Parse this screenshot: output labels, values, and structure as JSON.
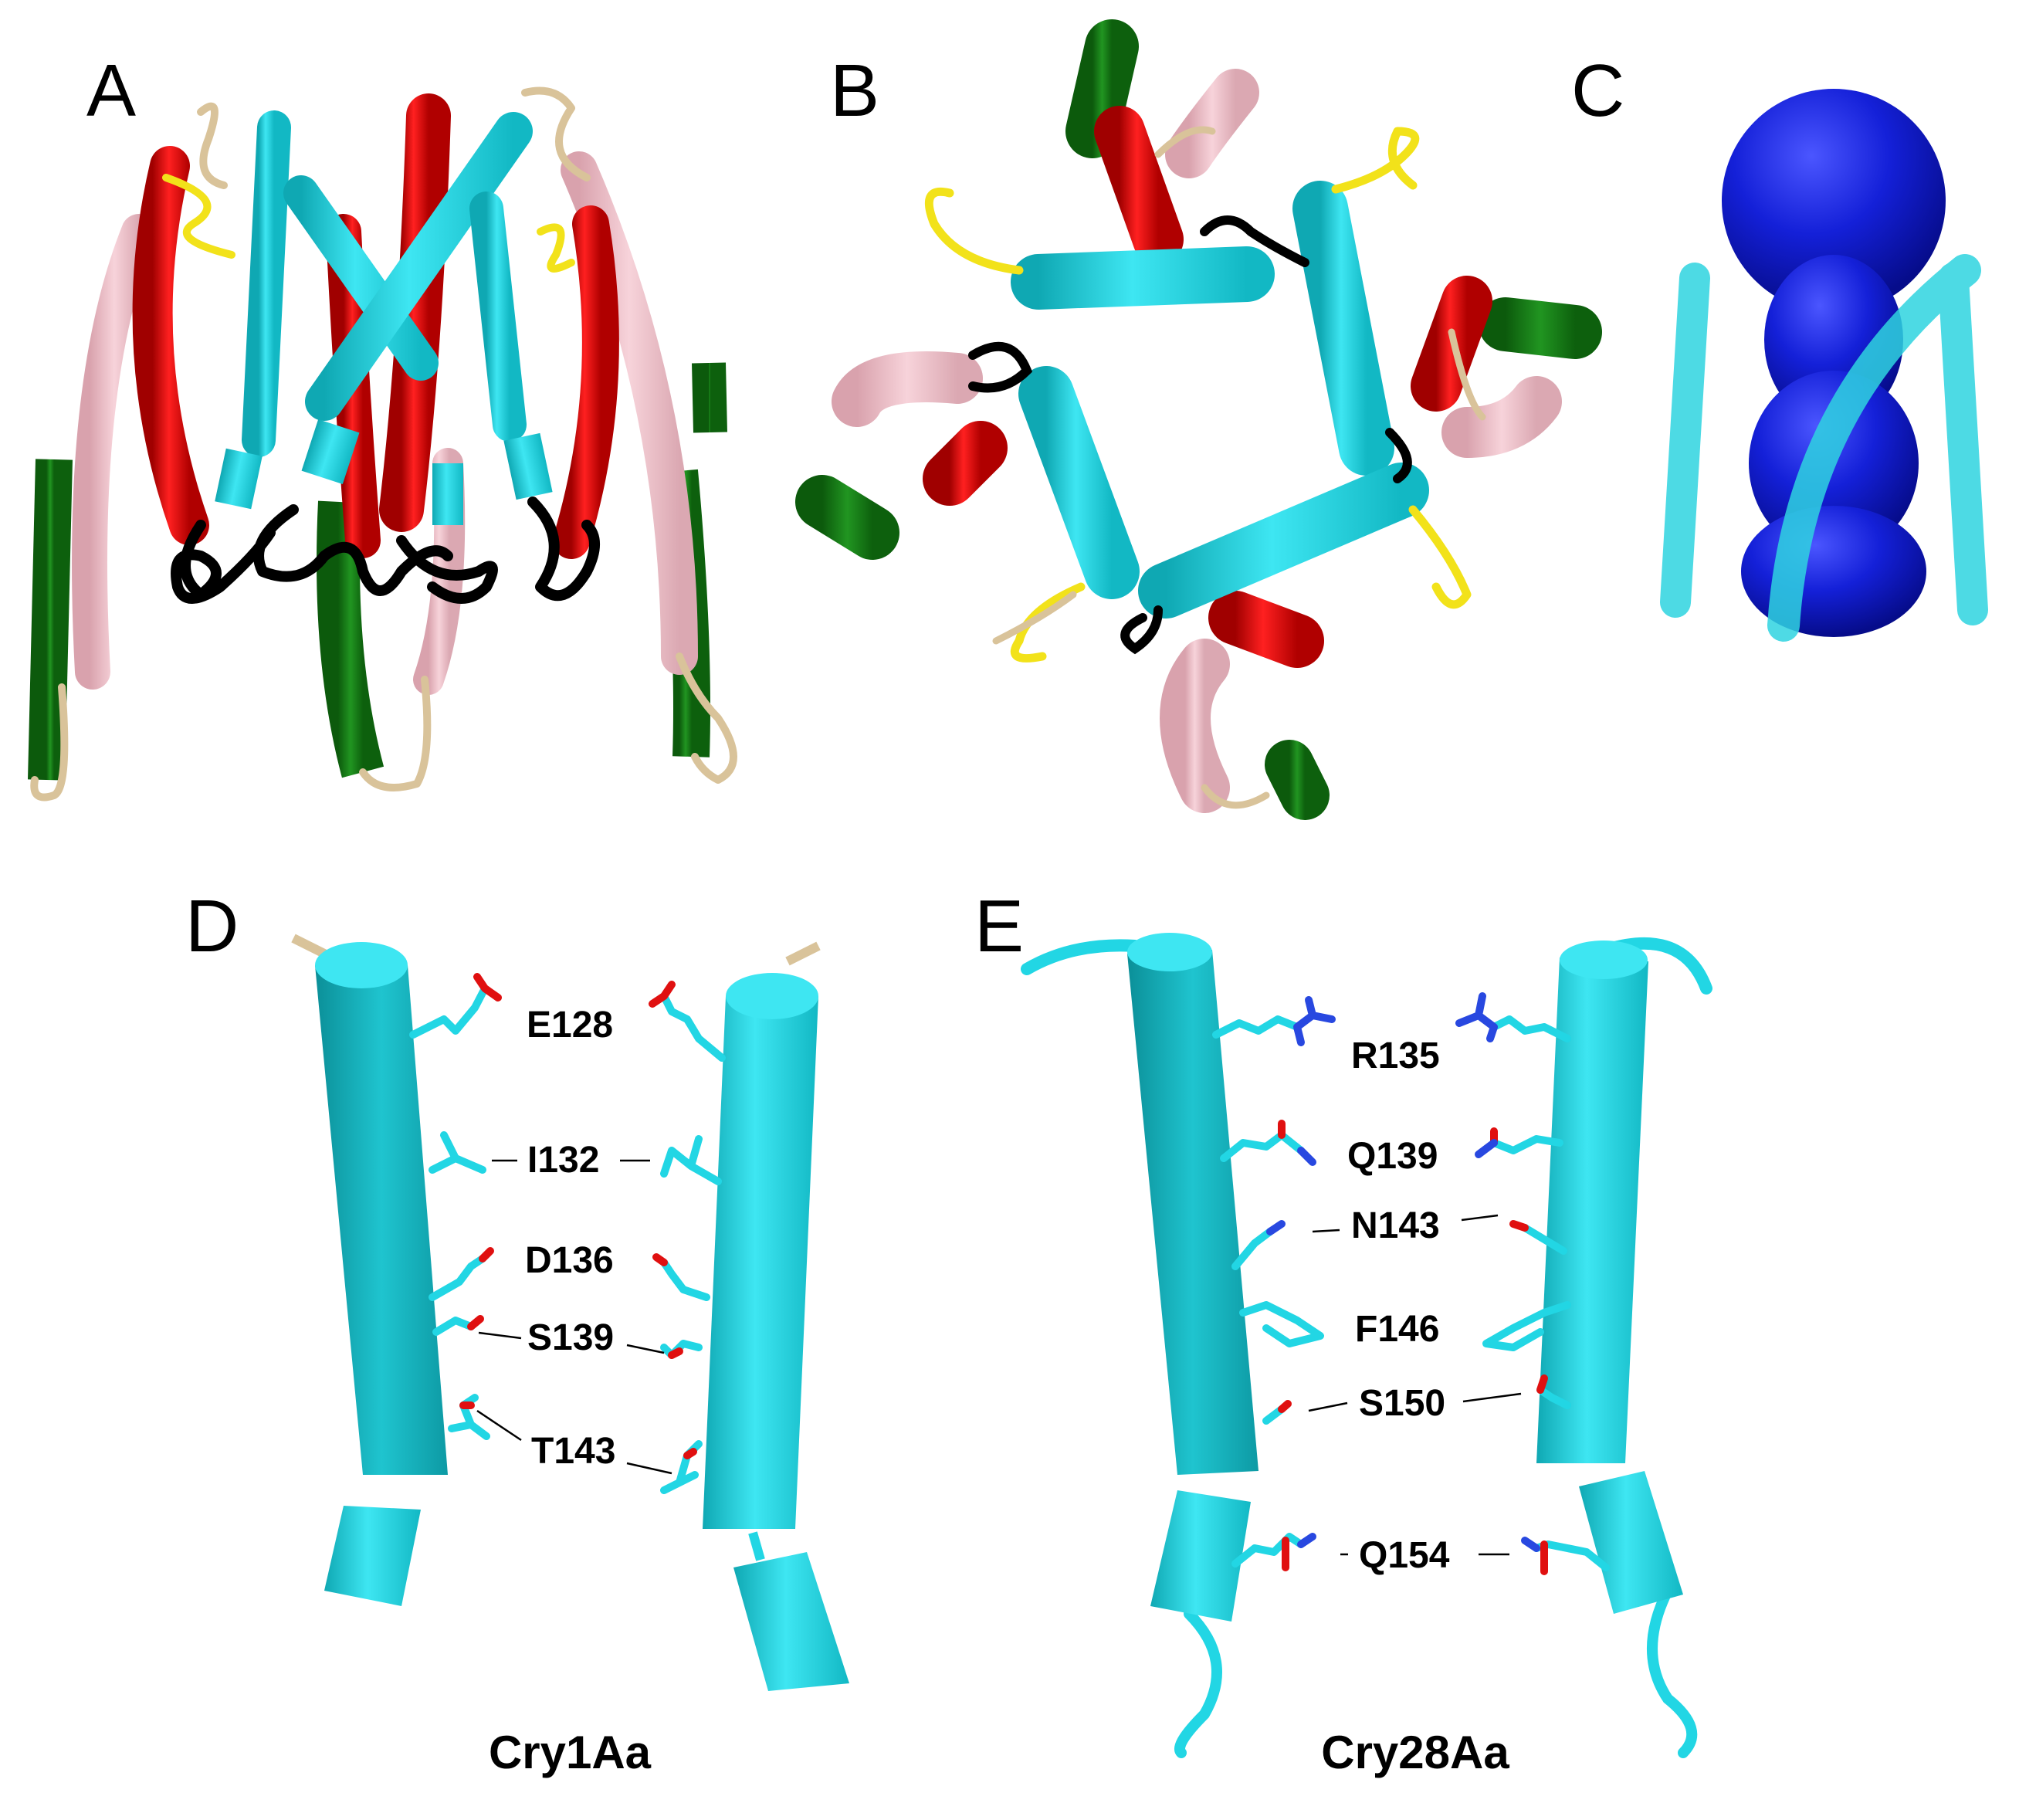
{
  "panels": {
    "a": {
      "label": "A"
    },
    "b": {
      "label": "B"
    },
    "c": {
      "label": "C"
    },
    "d": {
      "label": "D",
      "caption": "Cry1Aa",
      "residues": [
        "E128",
        "I132",
        "D136",
        "S139",
        "T143"
      ]
    },
    "e": {
      "label": "E",
      "caption": "Cry28Aa",
      "residues": [
        "R135",
        "Q139",
        "N143",
        "F146",
        "S150",
        "Q154"
      ]
    }
  },
  "colors": {
    "helix_cyan": "#22d6e4",
    "helix_cyan_dark": "#12a9b4",
    "helix_red": "#e80000",
    "helix_pink": "#f2c3cc",
    "helix_green": "#157a15",
    "loop_tan": "#d9c39a",
    "loop_yellow": "#f2e21a",
    "loop_black": "#000000",
    "pore_blue": "#0a14c8",
    "atom_oxygen": "#e01010",
    "atom_nitrogen": "#2848e0",
    "atom_hydrogen": "#f0f0f0"
  }
}
